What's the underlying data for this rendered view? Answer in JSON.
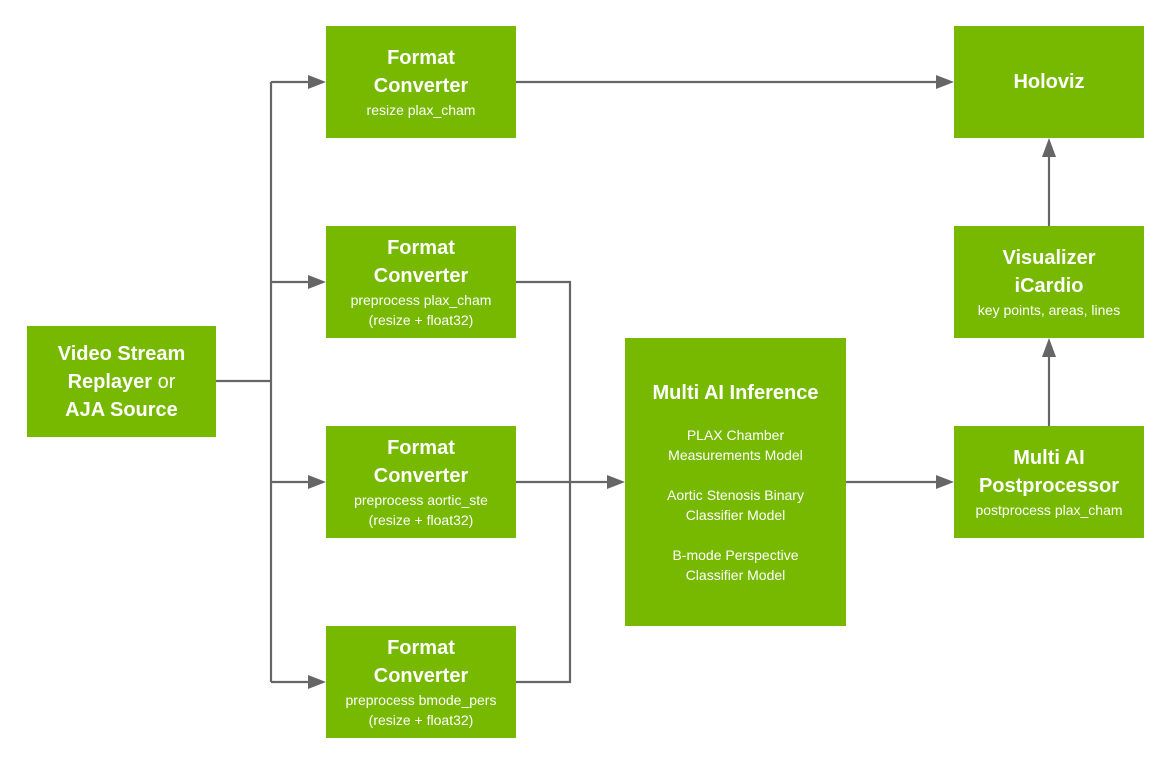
{
  "nodes": {
    "source": {
      "line1": "Video Stream",
      "line2_bold": "Replayer",
      "line2_normal": " or",
      "line3": "AJA Source"
    },
    "fc1": {
      "line1": "Format",
      "line2": "Converter",
      "sub1": "resize plax_cham"
    },
    "fc2": {
      "line1": "Format",
      "line2": "Converter",
      "sub1": "preprocess plax_cham",
      "sub2": "(resize + float32)"
    },
    "fc3": {
      "line1": "Format",
      "line2": "Converter",
      "sub1": "preprocess aortic_ste",
      "sub2": "(resize + float32)"
    },
    "fc4": {
      "line1": "Format",
      "line2": "Converter",
      "sub1": "preprocess bmode_pers",
      "sub2": "(resize + float32)"
    },
    "inference": {
      "title": "Multi AI Inference",
      "models": [
        {
          "line1": "PLAX Chamber",
          "line2": "Measurements Model"
        },
        {
          "line1": "Aortic Stenosis Binary",
          "line2": "Classifier Model"
        },
        {
          "line1": "B-mode Perspective",
          "line2": "Classifier Model"
        }
      ]
    },
    "postprocessor": {
      "line1": "Multi AI",
      "line2": "Postprocessor",
      "sub1": "postprocess plax_cham"
    },
    "visualizer": {
      "line1": "Visualizer",
      "line2": "iCardio",
      "sub1": "key points, areas, lines"
    },
    "holoviz": {
      "line1": "Holoviz"
    }
  },
  "colors": {
    "node_fill": "#76b900",
    "node_text": "#ffffff",
    "connector": "#666666"
  }
}
